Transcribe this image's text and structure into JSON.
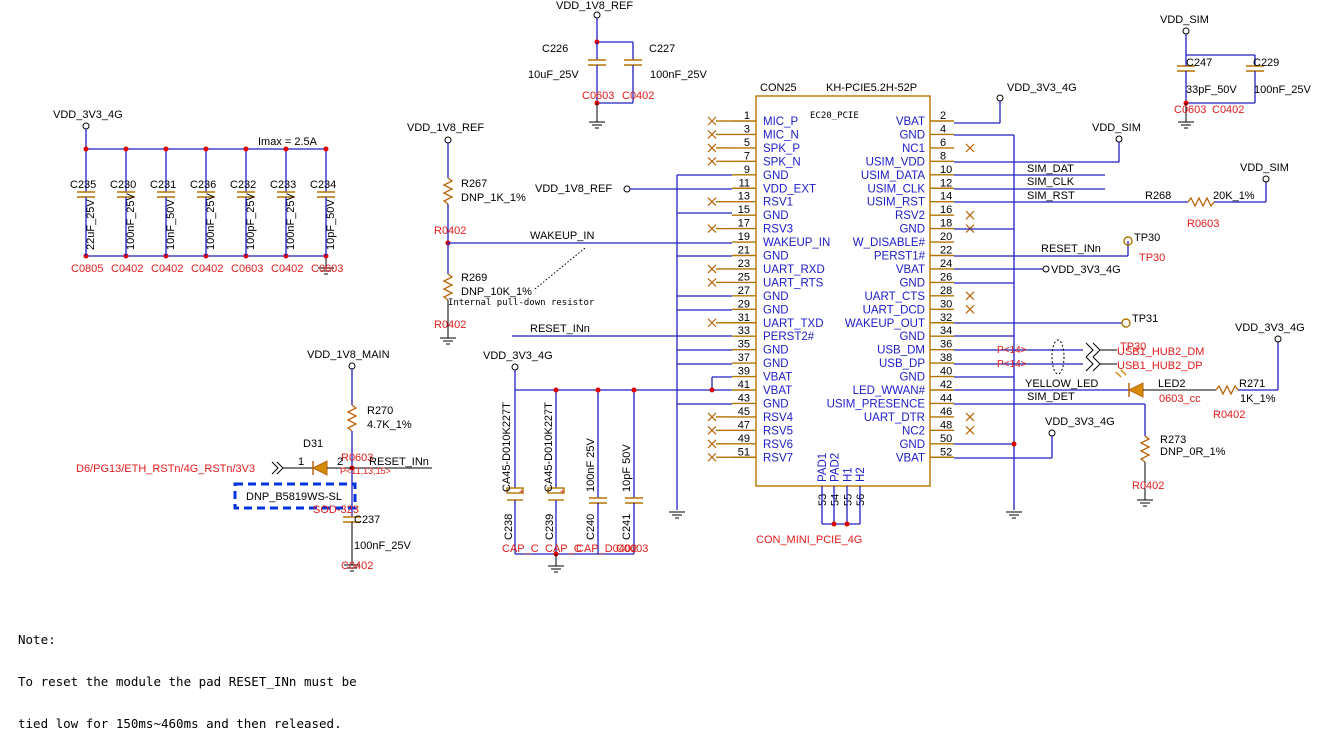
{
  "module": {
    "ref": "CON25",
    "part": "KH-PCIE5.2H-52P",
    "type": "EC20_PCIE",
    "footprint": "CON_MINI_PCIE_4G",
    "left_pins": [
      {
        "num": "1",
        "name": "MIC_P"
      },
      {
        "num": "3",
        "name": "MIC_N"
      },
      {
        "num": "5",
        "name": "SPK_P"
      },
      {
        "num": "7",
        "name": "SPK_N"
      },
      {
        "num": "9",
        "name": "GND"
      },
      {
        "num": "11",
        "name": "VDD_EXT"
      },
      {
        "num": "13",
        "name": "RSV1"
      },
      {
        "num": "15",
        "name": "GND"
      },
      {
        "num": "17",
        "name": "RSV3"
      },
      {
        "num": "19",
        "name": "WAKEUP_IN"
      },
      {
        "num": "21",
        "name": "GND"
      },
      {
        "num": "23",
        "name": "UART_RXD"
      },
      {
        "num": "25",
        "name": "UART_RTS"
      },
      {
        "num": "27",
        "name": "GND"
      },
      {
        "num": "29",
        "name": "GND"
      },
      {
        "num": "31",
        "name": "UART_TXD"
      },
      {
        "num": "33",
        "name": "PERST2#"
      },
      {
        "num": "35",
        "name": "GND"
      },
      {
        "num": "37",
        "name": "GND"
      },
      {
        "num": "39",
        "name": "VBAT"
      },
      {
        "num": "41",
        "name": "VBAT"
      },
      {
        "num": "43",
        "name": "GND"
      },
      {
        "num": "45",
        "name": "RSV4"
      },
      {
        "num": "47",
        "name": "RSV5"
      },
      {
        "num": "49",
        "name": "RSV6"
      },
      {
        "num": "51",
        "name": "RSV7"
      }
    ],
    "right_pins": [
      {
        "num": "2",
        "name": "VBAT"
      },
      {
        "num": "4",
        "name": "GND"
      },
      {
        "num": "6",
        "name": "NC1"
      },
      {
        "num": "8",
        "name": "USIM_VDD"
      },
      {
        "num": "10",
        "name": "USIM_DATA"
      },
      {
        "num": "12",
        "name": "USIM_CLK"
      },
      {
        "num": "14",
        "name": "USIM_RST"
      },
      {
        "num": "16",
        "name": "RSV2"
      },
      {
        "num": "18",
        "name": "GND"
      },
      {
        "num": "20",
        "name": "W_DISABLE#"
      },
      {
        "num": "22",
        "name": "PERST1#"
      },
      {
        "num": "24",
        "name": "VBAT"
      },
      {
        "num": "26",
        "name": "GND"
      },
      {
        "num": "28",
        "name": "UART_CTS"
      },
      {
        "num": "30",
        "name": "UART_DCD"
      },
      {
        "num": "32",
        "name": "WAKEUP_OUT"
      },
      {
        "num": "34",
        "name": "GND"
      },
      {
        "num": "36",
        "name": "USB_DM"
      },
      {
        "num": "38",
        "name": "USB_DP"
      },
      {
        "num": "40",
        "name": "GND"
      },
      {
        "num": "42",
        "name": "LED_WWAN#"
      },
      {
        "num": "44",
        "name": "USIM_PRESENCE"
      },
      {
        "num": "46",
        "name": "UART_DTR"
      },
      {
        "num": "48",
        "name": "NC2"
      },
      {
        "num": "50",
        "name": "GND"
      },
      {
        "num": "52",
        "name": "VBAT"
      }
    ],
    "bottom_pins": [
      {
        "num": "53",
        "name": "PAD1"
      },
      {
        "num": "54",
        "name": "PAD2"
      },
      {
        "num": "55",
        "name": "H1"
      },
      {
        "num": "56",
        "name": "H2"
      }
    ]
  },
  "power_labels": {
    "vdd_1v8_ref_top": "VDD_1V8_REF",
    "vdd_sim_top": "VDD_SIM",
    "vdd_3v3_4g_left": "VDD_3V3_4G",
    "vdd_1v8_ref_left": "VDD_1V8_REF",
    "vdd_3v3_4g_top_right": "VDD_3V3_4G",
    "vdd_sim_mid": "VDD_SIM",
    "vdd_sim_right": "VDD_SIM",
    "vdd_1v8_ref_pin11": "VDD_1V8_REF",
    "vdd_3v3_4g_pin24": "VDD_3V3_4G",
    "vdd_1v8_main": "VDD_1V8_MAIN",
    "vdd_3v3_4g_bottom": "VDD_3V3_4G",
    "vdd_3v3_4g_led": "VDD_3V3_4G",
    "vdd_3v3_4g_pin52": "VDD_3V3_4G"
  },
  "nets": {
    "imax": "Imax = 2.5A",
    "wakeup_in": "WAKEUP_IN",
    "reset_inn_left": "RESET_INn",
    "reset_inn_right": "RESET_INn",
    "reset_inn_d31": "RESET_INn",
    "sim_dat": "SIM_DAT",
    "sim_clk": "SIM_CLK",
    "sim_rst": "SIM_RST",
    "sim_det": "SIM_DET",
    "yellow_led": "YELLOW_LED",
    "usb_dm": "USB1_HUB2_DM",
    "usb_dp": "USB1_HUB2_DP",
    "page_ref_dm": "P<14>",
    "page_ref_dp": "P<14>",
    "offpage_reset": "D6/PG13/ETH_RSTn/4G_RSTn/3V3",
    "page_ref_reset": "P<11,13,15>",
    "pulldown_note": "Internal pull-down resistor"
  },
  "caps_top": [
    {
      "ref": "C226",
      "value": "10uF_25V",
      "pkg": "C0603"
    },
    {
      "ref": "C227",
      "value": "100nF_25V",
      "pkg": "C0402"
    },
    {
      "ref": "C247",
      "value": "33pF_50V",
      "pkg": "C0603"
    },
    {
      "ref": "C229",
      "value": "100nF_25V",
      "pkg": "C0402"
    }
  ],
  "caps_bank": [
    {
      "ref": "C235",
      "value": "22uF_25V",
      "pkg": "C0805"
    },
    {
      "ref": "C230",
      "value": "100nF_25V",
      "pkg": "C0402"
    },
    {
      "ref": "C231",
      "value": "10nF_50V",
      "pkg": "C0402"
    },
    {
      "ref": "C236",
      "value": "100nF_25V",
      "pkg": "C0402"
    },
    {
      "ref": "C232",
      "value": "100pF_25V",
      "pkg": "C0603"
    },
    {
      "ref": "C233",
      "value": "100nF_25V",
      "pkg": "C0402"
    },
    {
      "ref": "C234",
      "value": "10pF_50V",
      "pkg": "C0603"
    }
  ],
  "caps_bottom": [
    {
      "ref": "C238",
      "value": "CA45-D010K227T",
      "pkg": "CAP_C"
    },
    {
      "ref": "C239",
      "value": "CA45-D010K227T",
      "pkg": "CAP_C"
    },
    {
      "ref": "C240",
      "value": "100nF 25V",
      "pkg": "CAP_D0402"
    },
    {
      "ref": "C241",
      "value": "10pF 50V",
      "pkg": "C0603"
    }
  ],
  "resistors": {
    "r267": {
      "ref": "R267",
      "value": "DNP_1K_1%",
      "pkg": "R0402"
    },
    "r269": {
      "ref": "R269",
      "value": "DNP_10K_1%",
      "pkg": "R0402"
    },
    "r268": {
      "ref": "R268",
      "value": "20K_1%",
      "pkg": "R0603"
    },
    "r270": {
      "ref": "R270",
      "value": "4.7K_1%",
      "pkg": "R0603"
    },
    "r271": {
      "ref": "R271",
      "value": "1K_1%",
      "pkg": "R0402"
    },
    "r273": {
      "ref": "R273",
      "value": "DNP_0R_1%",
      "pkg": "R0402"
    }
  },
  "diode": {
    "ref": "D31",
    "part": "DNP_B5819WS-SL",
    "pkg": "SOD-323",
    "pin1": "1",
    "pin2": "2"
  },
  "c237": {
    "ref": "C237",
    "value": "100nF_25V",
    "pkg": "C0402"
  },
  "led": {
    "ref": "LED2",
    "pkg": "0603_cc"
  },
  "testpoints": {
    "tp30": "TP30",
    "tp30_label": "TP30",
    "tp30_label2": "TP30",
    "tp31": "TP31"
  },
  "note": {
    "title": "Note:",
    "line1": "To reset the module the pad RESET_INn must be",
    "line2": "tied low for 150ms~460ms and then released."
  }
}
